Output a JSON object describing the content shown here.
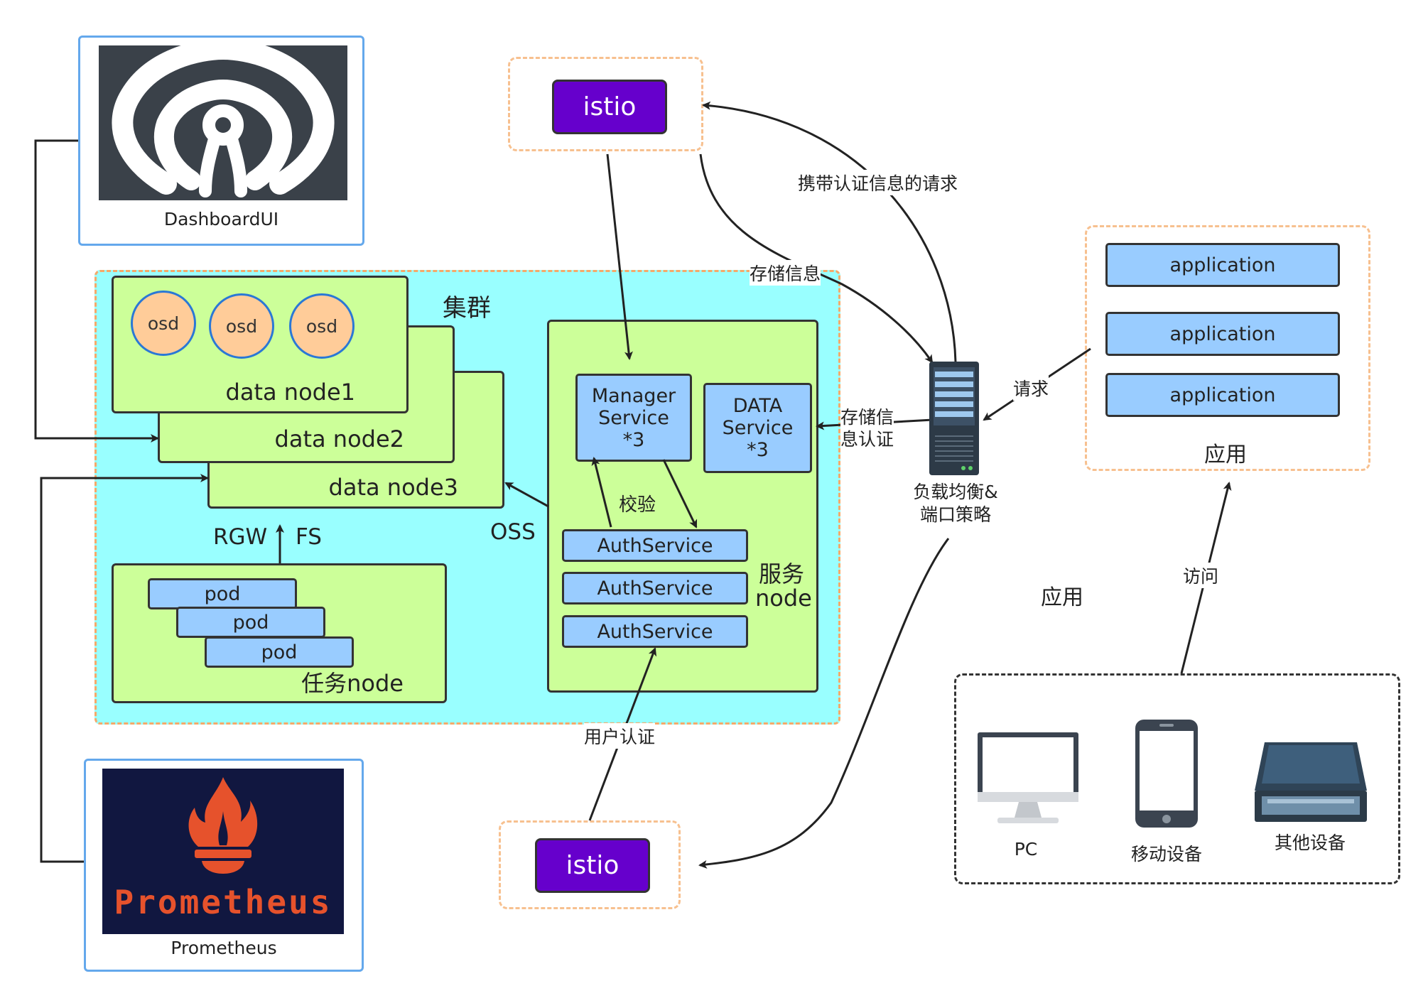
{
  "dashboard": {
    "caption": "DashboardUI",
    "icon": "ceph-logo-icon"
  },
  "prometheus": {
    "caption": "Prometheus",
    "logo_text": "Prometheus",
    "icon": "prometheus-flame-icon"
  },
  "cluster": {
    "title": "集群",
    "data_nodes": [
      "data node1",
      "data node2",
      "data node3"
    ],
    "osd_label": "osd",
    "rgw_label": "RGW",
    "fs_label": "FS",
    "oss_label": "OSS",
    "task_node": {
      "label": "任务node",
      "pod_label": "pod"
    },
    "service_node": {
      "label_line1": "服务",
      "label_line2": "node",
      "manager": [
        "Manager",
        "Service",
        "*3"
      ],
      "data_service": [
        "DATA",
        "Service",
        "*3"
      ],
      "auth_service": "AuthService",
      "verify_label": "校验"
    }
  },
  "istio_label": "istio",
  "load_balancer": {
    "line1": "负载均衡&",
    "line2": "端口策略",
    "icon": "server-rack-icon"
  },
  "edges": {
    "carry_auth_request": "携带认证信息的请求",
    "store_info": "存储信息",
    "store_auth_line1": "存储信",
    "store_auth_line2": "息认证",
    "request": "请求",
    "user_auth": "用户认证",
    "access": "访问"
  },
  "apps": {
    "items": [
      "application",
      "application",
      "application"
    ],
    "caption": "应用"
  },
  "floating_label": "应用",
  "devices": [
    {
      "label": "PC",
      "icon": "desktop-monitor-icon"
    },
    {
      "label": "移动设备",
      "icon": "smartphone-icon"
    },
    {
      "label": "其他设备",
      "icon": "scanner-icon"
    }
  ],
  "colors": {
    "cluster_bg": "#99ffff",
    "node_green": "#ccff99",
    "service_blue": "#99ccff",
    "istio_purple": "#6600cc",
    "osd_orange": "#ffcc99",
    "dashed_orange": "#f7c08f"
  }
}
